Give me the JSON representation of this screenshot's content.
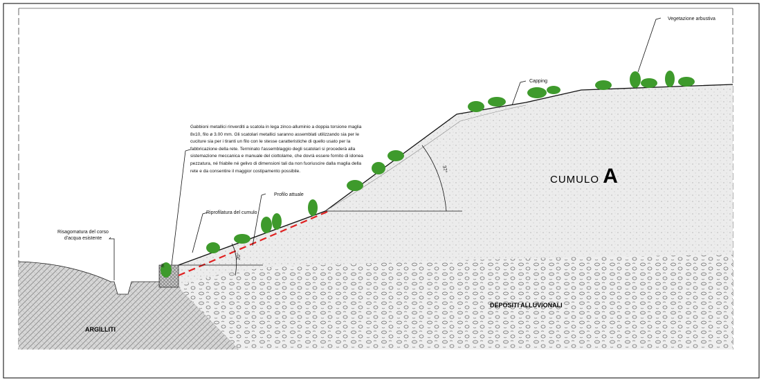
{
  "labels": {
    "vegetation": "Vegetazione arbustiva",
    "capping": "Capping",
    "gabion_note": "Gabbioni metallici rinverditi a scatola in lega zinco-alluminio a doppia torsione maglia 8x10, filo ø 3.00 mm. Gli scatolari metallici saranno assemblati utilizzando sia per le cuciture sia per i tiranti un filo con le stesse caratteristiche di quello usato per la fabbricazione della rete. Terminato l'assemblaggio degli scatolari si procederà alla sistemazione meccanica e manuale del ciottolame, che dovrà essere fornito di idonea pezzatura, né friabile né gelivo di dimensioni tali da non fuoriuscire dalla maglia della rete e da consentire il maggior costipamento possibile.",
    "profilo_attuale": "Profilo attuale",
    "riprofilatura": "Riprofilatura del cumulo",
    "risagomatura": "Risagomatura del corso d'acqua esistente",
    "cumulo": "CUMULO",
    "cumulo_letter": "A",
    "depositi": "DEPOSITI ALLUVIONALI",
    "argilliti": "ARGILLITI",
    "angle_upper": "37°",
    "angle_lower": "20°",
    "gabion_mark": "E"
  },
  "colors": {
    "vegetation": "#3e9a2c",
    "profile_dash": "#e02020",
    "fill": "#e9e9e9"
  }
}
